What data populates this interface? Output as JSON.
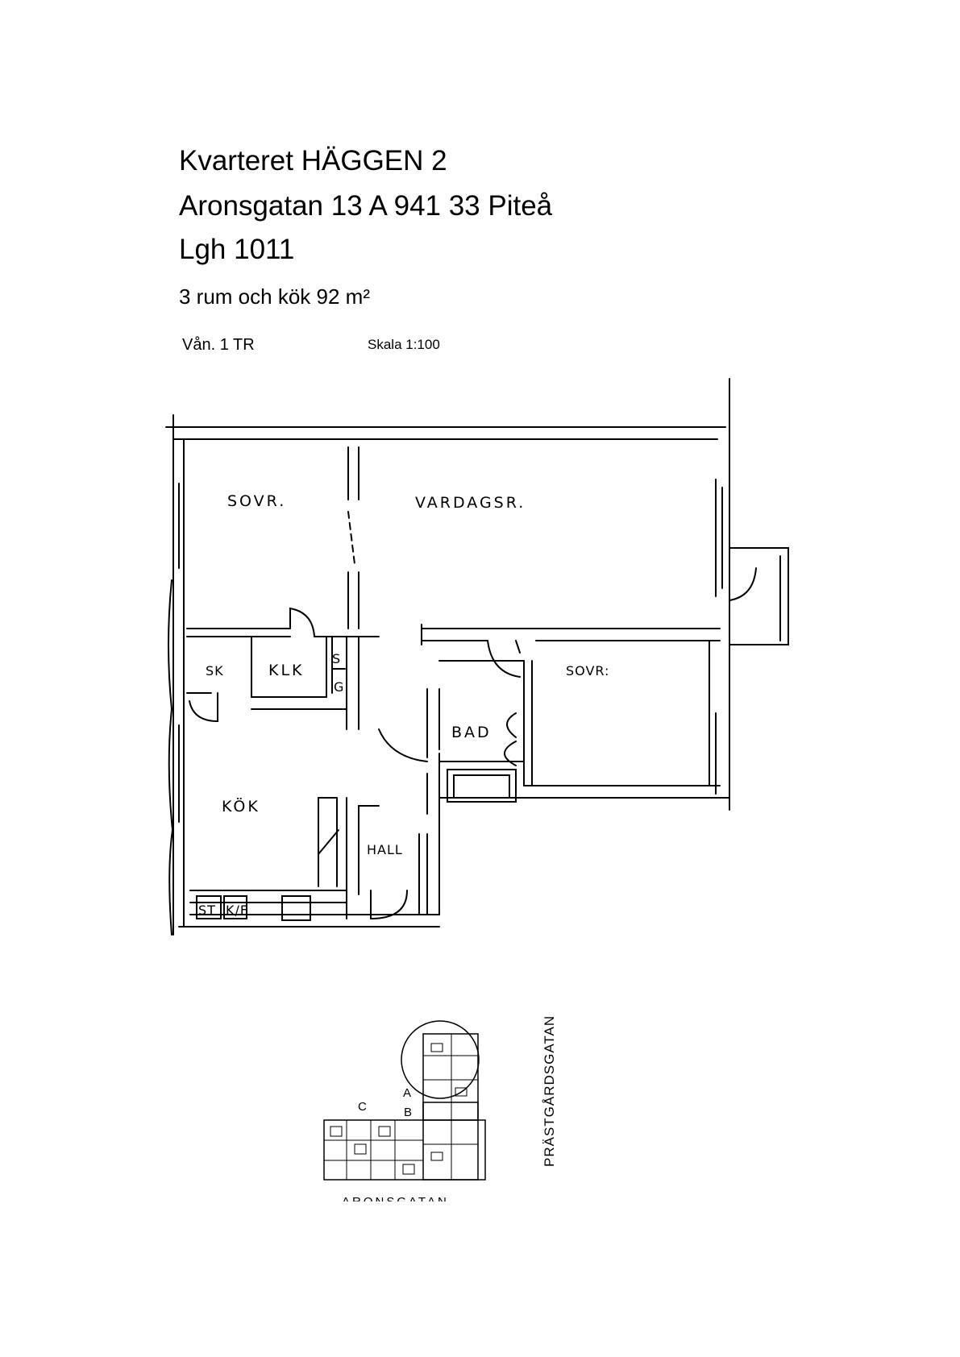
{
  "header": {
    "property": "Kvarteret HÄGGEN 2",
    "address": "Aronsgatan 13 A  941 33 Piteå",
    "apartment": "Lgh 1011",
    "rooms": "3 rum och kök 92 m²",
    "floor": "Vån. 1 TR",
    "scale": "Skala 1:100"
  },
  "rooms": {
    "sovrum1": "SOVR.",
    "vardagsrum": "VARDAGSR.",
    "sovrum2": "SOVR:",
    "klk": "KLK",
    "sk": "SK",
    "s": "S",
    "g": "G",
    "bad": "BAD",
    "kok": "KÖK",
    "hall": "HALL",
    "st": "ST",
    "kf": "K/F"
  },
  "site_plan": {
    "street_right": "PRÄSTGÅRDSGATAN",
    "street_bottom": "ARONSGATAN",
    "entrance_a": "A",
    "entrance_b": "B",
    "entrance_c": "C"
  }
}
